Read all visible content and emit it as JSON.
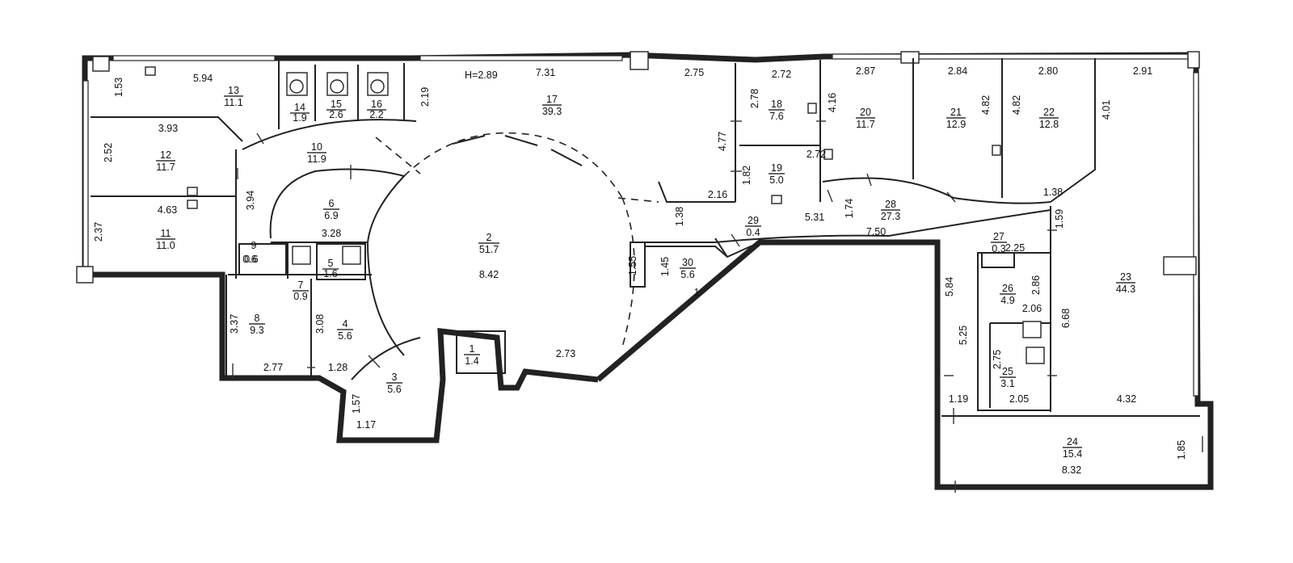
{
  "height_label": "H=2.89",
  "ceiling_labels": [
    "8.42",
    "1"
  ],
  "rooms": [
    {
      "num": "1",
      "area": "1.4"
    },
    {
      "num": "2",
      "area": "51.7"
    },
    {
      "num": "3",
      "area": "5.6"
    },
    {
      "num": "4",
      "area": "5.6"
    },
    {
      "num": "5",
      "area": "1.6"
    },
    {
      "num": "6",
      "area": "6.9"
    },
    {
      "num": "7",
      "area": "0.9"
    },
    {
      "num": "8",
      "area": "9.3"
    },
    {
      "num": "9",
      "area": "0.6"
    },
    {
      "num": "10",
      "area": "11.9"
    },
    {
      "num": "11",
      "area": "11.0"
    },
    {
      "num": "12",
      "area": "11.7"
    },
    {
      "num": "13",
      "area": "11.1"
    },
    {
      "num": "14",
      "area": "1.9"
    },
    {
      "num": "15",
      "area": "2.6"
    },
    {
      "num": "16",
      "area": "2.2"
    },
    {
      "num": "17",
      "area": "39.3"
    },
    {
      "num": "18",
      "area": "7.6"
    },
    {
      "num": "19",
      "area": "5.0"
    },
    {
      "num": "20",
      "area": "11.7"
    },
    {
      "num": "21",
      "area": "12.9"
    },
    {
      "num": "22",
      "area": "12.8"
    },
    {
      "num": "23",
      "area": "44.3"
    },
    {
      "num": "24",
      "area": "15.4"
    },
    {
      "num": "25",
      "area": "3.1"
    },
    {
      "num": "26",
      "area": "4.9"
    },
    {
      "num": "27",
      "area": "0.3"
    },
    {
      "num": "28",
      "area": "27.3"
    },
    {
      "num": "29",
      "area": "0.4"
    },
    {
      "num": "30",
      "area": "5.6"
    }
  ],
  "dimensions": [
    "1.53",
    "5.94",
    "7.31",
    "2.75",
    "2.72",
    "2.87",
    "2.84",
    "2.80",
    "2.91",
    "2.19",
    "2.78",
    "4.16",
    "4.82",
    "4.82",
    "4.01",
    "3.93",
    "2.52",
    "4.77",
    "1.82",
    "2.72",
    "2.16",
    "5.31",
    "1.74",
    "1.38",
    "1.59",
    "3.94",
    "2.37",
    "4.63",
    "3.28",
    "1.38",
    "1.55",
    "1.45",
    "7.50",
    "2.25",
    "0.6",
    "3.37",
    "3.08",
    "2.86",
    "2.06",
    "5.84",
    "6.68",
    "5.25",
    "2.75",
    "2.77",
    "1.28",
    "2.73",
    "1.57",
    "1.17",
    "1.19",
    "2.05",
    "4.32",
    "1.85",
    "8.32"
  ]
}
